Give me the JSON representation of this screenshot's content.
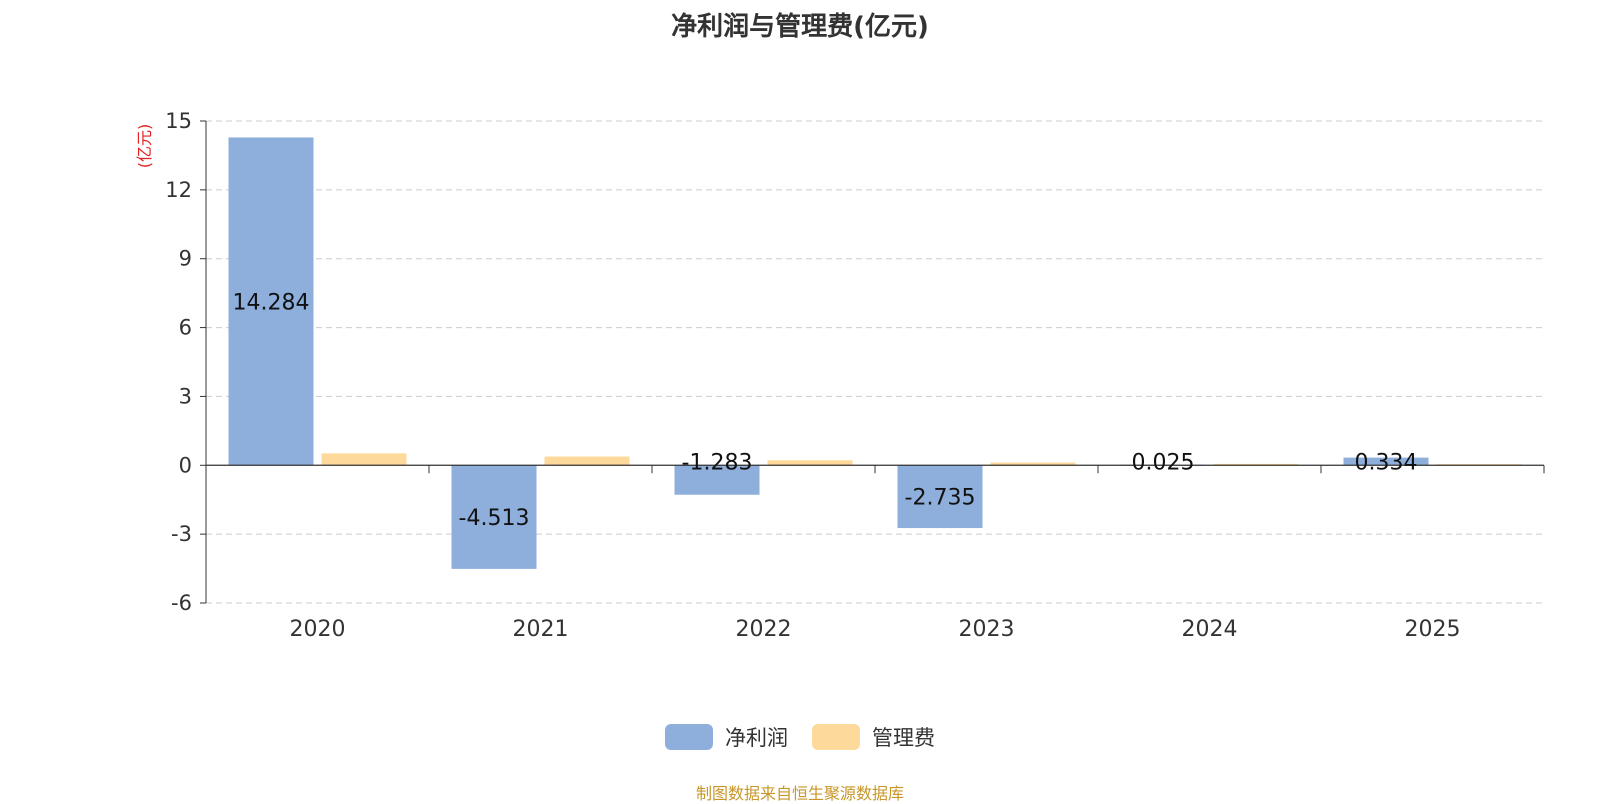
{
  "title": "净利润与管理费(亿元)",
  "source": "制图数据来自恒生聚源数据库",
  "chart_data": {
    "type": "bar",
    "title": "净利润与管理费(亿元)",
    "ylabel": "(亿元)",
    "xlabel": "",
    "categories": [
      "2020",
      "2021",
      "2022",
      "2023",
      "2024",
      "2025"
    ],
    "series": [
      {
        "name": "净利润",
        "color": "#8eaedb",
        "values": [
          14.284,
          -4.513,
          -1.283,
          -2.735,
          0.025,
          0.334
        ],
        "labels": [
          "14.284",
          "-4.513",
          "-1.283",
          "-2.735",
          "0.025",
          "0.334"
        ]
      },
      {
        "name": "管理费",
        "color": "#fdd99b",
        "values": [
          0.52,
          0.38,
          0.22,
          0.12,
          0.06,
          0.05
        ]
      }
    ],
    "yticks": [
      "15",
      "12",
      "9",
      "6",
      "3",
      "0",
      "-3",
      "-6"
    ],
    "ylim": [
      -6,
      15
    ],
    "grid": true,
    "legend_position": "bottom"
  }
}
